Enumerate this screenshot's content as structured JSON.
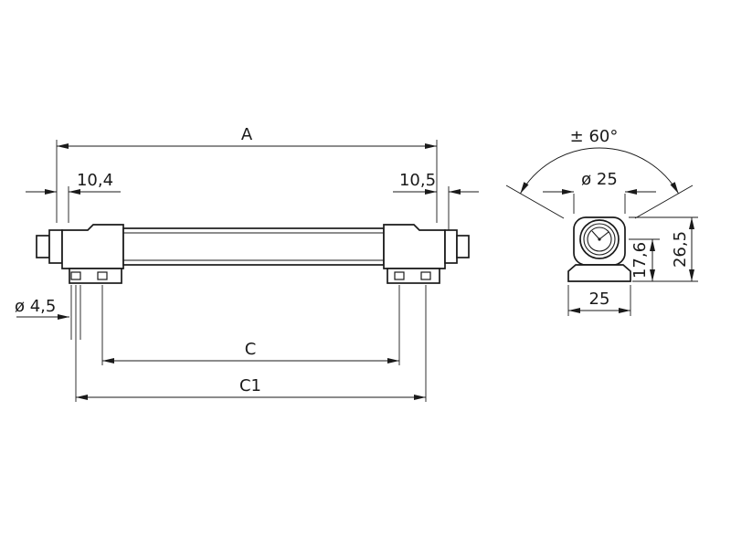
{
  "colors": {
    "line": "#1a1a1a",
    "background": "#ffffff"
  },
  "drawing": {
    "side_view": {
      "dim_overall_length": "A",
      "dim_left_end_offset": "10,4",
      "dim_right_end_offset": "10,5",
      "dim_mounting_hole_diameter": "ø 4,5",
      "dim_hole_spacing_c": "C",
      "dim_hole_spacing_c1": "C1"
    },
    "end_view": {
      "dim_swivel_angle": "± 60°",
      "dim_tube_diameter": "ø 25",
      "dim_axis_height": "17,6",
      "dim_overall_height": "26,5",
      "dim_base_width": "25"
    }
  }
}
